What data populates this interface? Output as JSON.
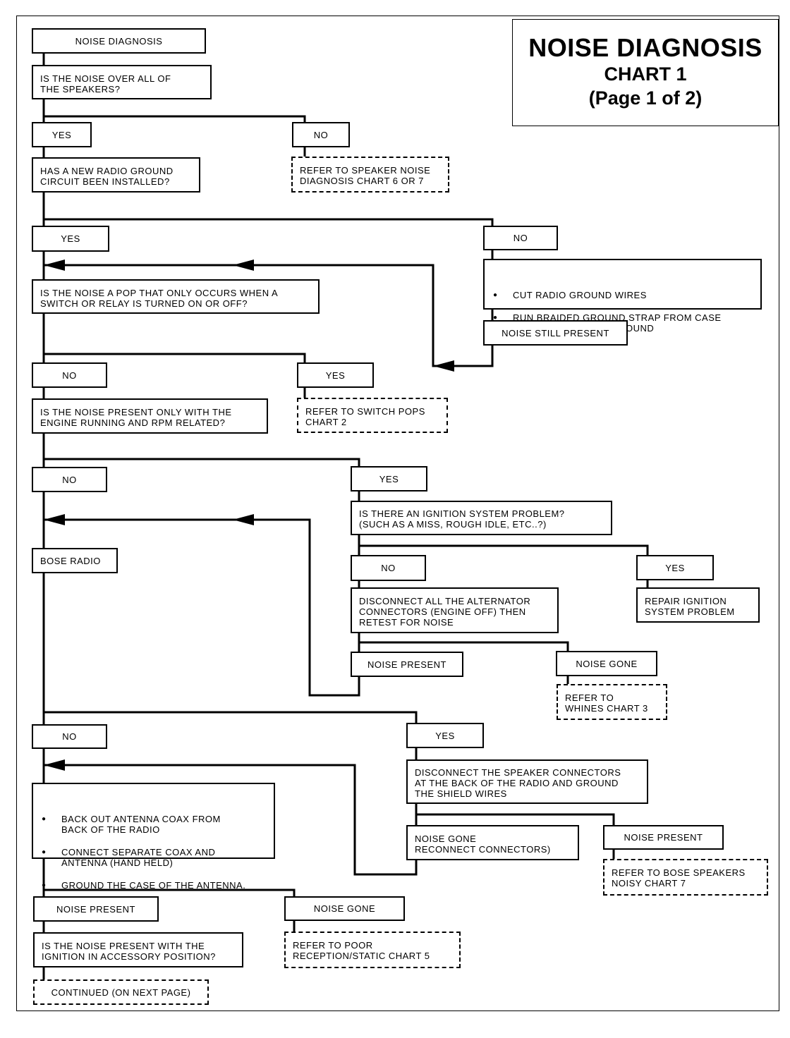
{
  "title": {
    "main": "NOISE  DIAGNOSIS",
    "chart": "CHART 1",
    "page": "(Page 1 of 2)"
  },
  "nodes": {
    "start": "NOISE  DIAGNOSIS",
    "q_all_speakers": "IS THE NOISE OVER ALL OF\nTHE SPEAKERS?",
    "yes_1": "YES",
    "no_1": "NO",
    "q_new_ground": "HAS A NEW RADIO GROUND\nCIRCUIT BEEN INSTALLED?",
    "ref_speaker_noise": "REFER TO SPEAKER NOISE\nDIAGNOSIS CHART 6 OR 7",
    "yes_2": "YES",
    "no_2": "NO",
    "action_ground": [
      "CUT RADIO GROUND WIRES",
      "RUN BRAIDED GROUND STRAP FROM CASE\nOF RADIO TO GOOD GROUND"
    ],
    "noise_still_present": "NOISE STILL PRESENT",
    "q_pop": "IS THE NOISE A POP THAT ONLY OCCURS WHEN A\nSWITCH OR RELAY IS TURNED ON OR OFF?",
    "no_3": "NO",
    "yes_3": "YES",
    "ref_switch_pops": "REFER TO SWITCH POPS\nCHART 2",
    "q_engine_rpm": "IS THE NOISE PRESENT ONLY WITH THE\nENGINE RUNNING AND RPM RELATED?",
    "no_4": "NO",
    "yes_4": "YES",
    "q_ignition": "IS THERE AN IGNITION SYSTEM PROBLEM?\n(SUCH AS A MISS, ROUGH IDLE, ETC..?)",
    "bose_radio": "BOSE RADIO",
    "no_5": "NO",
    "yes_5": "YES",
    "action_alternator": "DISCONNECT ALL THE ALTERNATOR\nCONNECTORS (ENGINE OFF) THEN\nRETEST FOR NOISE",
    "repair_ignition": "REPAIR IGNITION\nSYSTEM PROBLEM",
    "noise_present_1": "NOISE PRESENT",
    "noise_gone_1": "NOISE GONE",
    "ref_whines": "REFER TO\nWHINES CHART 3",
    "no_6": "NO",
    "yes_6": "YES",
    "action_speaker_connectors": "DISCONNECT THE SPEAKER CONNECTORS\nAT THE BACK OF THE RADIO AND GROUND\nTHE SHIELD WIRES",
    "action_antenna": [
      "BACK OUT ANTENNA COAX FROM\nBACK OF THE RADIO",
      "CONNECT SEPARATE COAX AND\nANTENNA (HAND HELD)",
      "GROUND THE CASE OF THE ANTENNA."
    ],
    "noise_gone_reconnect": "NOISE GONE\nRECONNECT CONNECTORS)",
    "noise_present_2": "NOISE PRESENT",
    "ref_bose_speakers": "REFER TO BOSE SPEAKERS\nNOISY CHART 7",
    "noise_present_3": "NOISE PRESENT",
    "noise_gone_2": "NOISE GONE",
    "q_accessory": "IS THE NOISE PRESENT WITH THE\nIGNITION IN ACCESSORY POSITION?",
    "ref_poor_reception": "REFER TO POOR\nRECEPTION/STATIC CHART 5",
    "continued": "CONTINUED (ON NEXT PAGE)"
  }
}
